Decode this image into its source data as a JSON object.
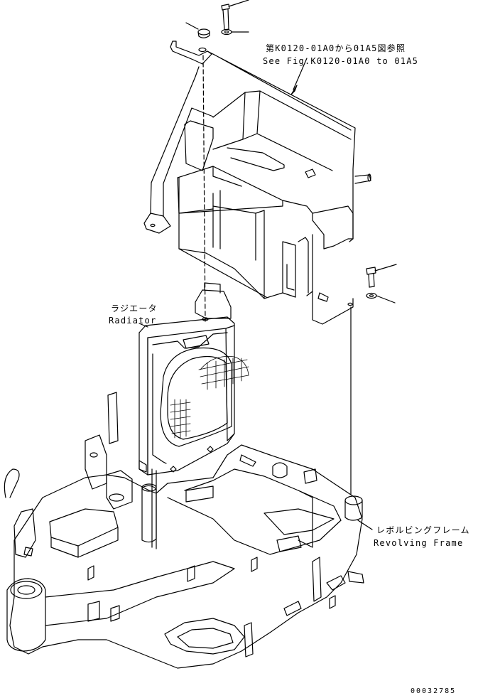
{
  "labels": {
    "reference_ja": "第K0120-01A0から01A5図参照",
    "reference_en": "See Fig.K0120-01A0 to 01A5",
    "radiator_ja": "ラジエータ",
    "radiator_en": "Radiator",
    "frame_ja": "レボルビングフレーム",
    "frame_en": "Revolving Frame",
    "drawing_number": "00032785"
  },
  "colors": {
    "line": "#000000",
    "background": "#ffffff"
  }
}
